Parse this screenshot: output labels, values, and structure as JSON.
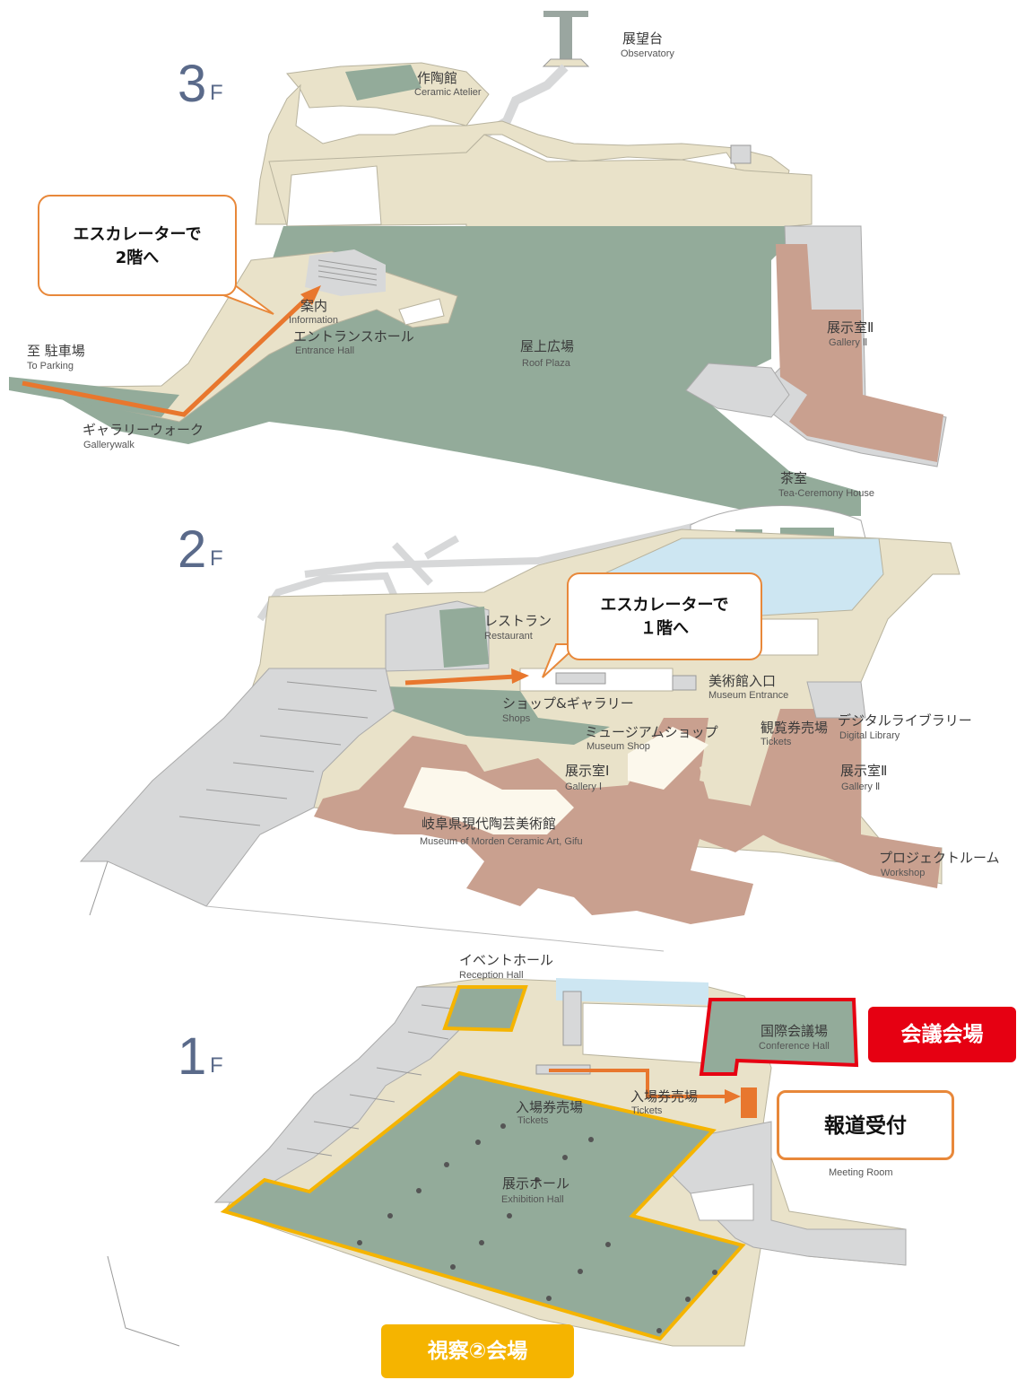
{
  "colors": {
    "plaza": "#93ab9a",
    "corridor": "#e9e2c9",
    "gallery": "#c9a08f",
    "service": "#d7d8d9",
    "water": "#cde6f2",
    "arrow": "#e8772e",
    "venue_red": "#e60012",
    "venue_yellow": "#f5b400"
  },
  "floors": {
    "f3": {
      "floor_number": "3",
      "floor_suffix": "F",
      "observatory": {
        "ja": "展望台",
        "en": "Observatory"
      },
      "atelier": {
        "ja": "作陶館",
        "en": "Ceramic Atelier"
      },
      "information": {
        "ja": "案内",
        "en": "Information"
      },
      "entrance_hall": {
        "ja": "エントランスホール",
        "en": "Entrance Hall"
      },
      "roof_plaza": {
        "ja": "屋上広場",
        "en": "Roof Plaza"
      },
      "gallery2": {
        "ja": "展示室Ⅱ",
        "en": "Gallery Ⅱ"
      },
      "parking": {
        "ja": "至 駐車場",
        "en": "To Parking"
      },
      "gallerywalk": {
        "ja": "ギャラリーウォーク",
        "en": "Gallerywalk"
      },
      "callout_line1": "エスカレーターで",
      "callout_line2": "2階へ"
    },
    "f2": {
      "floor_number": "2",
      "floor_suffix": "F",
      "tea": {
        "ja": "茶室",
        "en": "Tea-Ceremony House"
      },
      "restaurant": {
        "ja": "レストラン",
        "en": "Restaurant"
      },
      "entrance": {
        "ja": "美術館入口",
        "en": "Museum Entrance"
      },
      "shops": {
        "ja": "ショップ&ギャラリー",
        "en": "Shops"
      },
      "museum_shop": {
        "ja": "ミュージアムショップ",
        "en": "Museum Shop"
      },
      "tickets": {
        "ja": "観覧券売場",
        "en": "Tickets"
      },
      "library": {
        "ja": "デジタルライブラリー",
        "en": "Digital Library"
      },
      "gallery1": {
        "ja": "展示室Ⅰ",
        "en": "Gallery Ⅰ"
      },
      "gallery2": {
        "ja": "展示室Ⅱ",
        "en": "Gallery Ⅱ"
      },
      "museum": {
        "ja": "岐阜県現代陶芸美術館",
        "en": "Museum of Morden Ceramic Art, Gifu"
      },
      "project": {
        "ja": "プロジェクトルーム",
        "en": "Workshop"
      },
      "callout_line1": "エスカレーターで",
      "callout_line2": "１階へ"
    },
    "f1": {
      "floor_number": "1",
      "floor_suffix": "F",
      "event_hall": {
        "ja": "イベントホール",
        "en": "Reception Hall"
      },
      "conference": {
        "ja": "国際会議場",
        "en": "Conference Hall"
      },
      "tickets1": {
        "ja": "入場券売場",
        "en": "Tickets"
      },
      "tickets2": {
        "ja": "入場券売場",
        "en": "Tickets"
      },
      "exhibition": {
        "ja": "展示ホール",
        "en": "Exhibition Hall"
      },
      "meeting": {
        "en": "Meeting Room"
      },
      "conference_tag": "会議会場",
      "press_tag": "報道受付",
      "inspection_tag": "視察②会場"
    }
  }
}
